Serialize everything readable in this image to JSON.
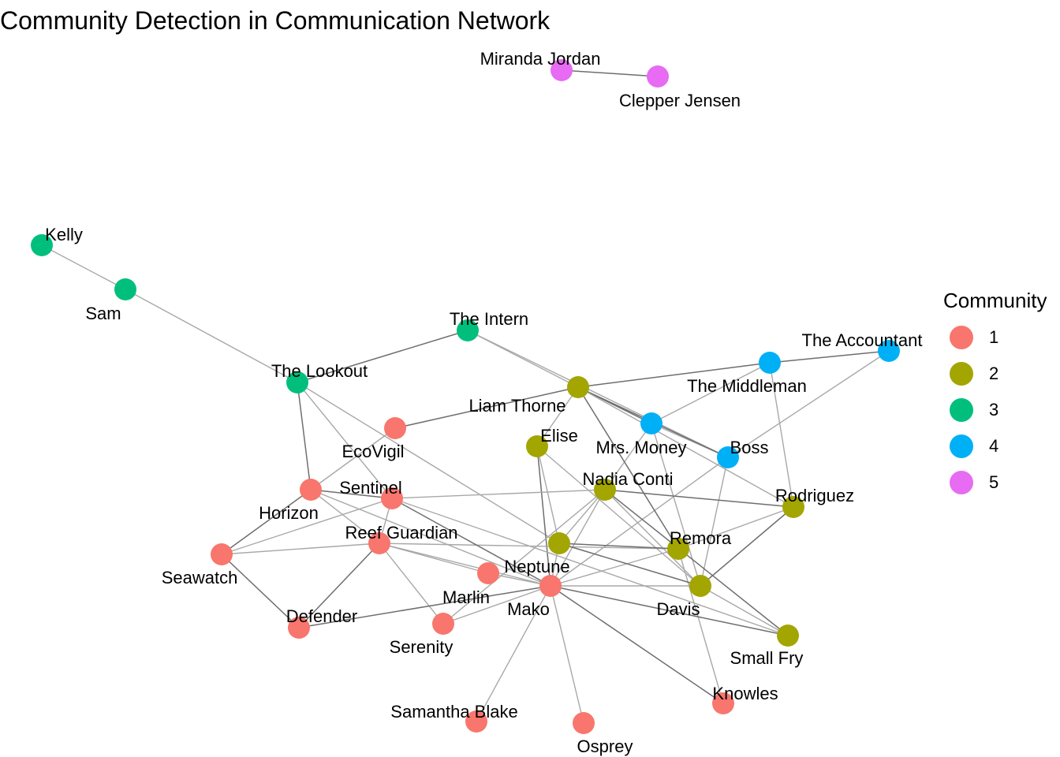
{
  "title": "Community Detection in Communication Network",
  "legend": {
    "title": "Community",
    "items": [
      {
        "label": "1",
        "color": "#F8766D"
      },
      {
        "label": "2",
        "color": "#A3A500"
      },
      {
        "label": "3",
        "color": "#00BF7D"
      },
      {
        "label": "4",
        "color": "#00B0F6"
      },
      {
        "label": "5",
        "color": "#E76BF3"
      }
    ]
  },
  "nodes": [
    {
      "id": "Miranda Jordan",
      "community": 5
    },
    {
      "id": "Clepper Jensen",
      "community": 5
    },
    {
      "id": "Kelly",
      "community": 3
    },
    {
      "id": "Sam",
      "community": 3
    },
    {
      "id": "The Intern",
      "community": 3
    },
    {
      "id": "The Lookout",
      "community": 3
    },
    {
      "id": "The Accountant",
      "community": 4
    },
    {
      "id": "The Middleman",
      "community": 4
    },
    {
      "id": "Mrs. Money",
      "community": 4
    },
    {
      "id": "Boss",
      "community": 4
    },
    {
      "id": "Liam Thorne",
      "community": 2
    },
    {
      "id": "Elise",
      "community": 2
    },
    {
      "id": "Nadia Conti",
      "community": 2
    },
    {
      "id": "Rodriguez",
      "community": 2
    },
    {
      "id": "Remora",
      "community": 2
    },
    {
      "id": "Neptune",
      "community": 2
    },
    {
      "id": "Davis",
      "community": 2
    },
    {
      "id": "Small Fry",
      "community": 2
    },
    {
      "id": "EcoVigil",
      "community": 1
    },
    {
      "id": "Sentinel",
      "community": 1
    },
    {
      "id": "Horizon",
      "community": 1
    },
    {
      "id": "Reef Guardian",
      "community": 1
    },
    {
      "id": "Seawatch",
      "community": 1
    },
    {
      "id": "Marlin",
      "community": 1
    },
    {
      "id": "Mako",
      "community": 1
    },
    {
      "id": "Defender",
      "community": 1
    },
    {
      "id": "Serenity",
      "community": 1
    },
    {
      "id": "Samantha Blake",
      "community": 1
    },
    {
      "id": "Osprey",
      "community": 1
    },
    {
      "id": "Knowles",
      "community": 1
    }
  ],
  "edges": [
    [
      "Miranda Jordan",
      "Clepper Jensen"
    ],
    [
      "Kelly",
      "Sam"
    ],
    [
      "Sam",
      "The Lookout"
    ],
    [
      "The Lookout",
      "The Intern"
    ],
    [
      "The Intern",
      "Liam Thorne"
    ],
    [
      "The Intern",
      "Boss"
    ],
    [
      "The Lookout",
      "Horizon"
    ],
    [
      "The Lookout",
      "Sentinel"
    ],
    [
      "The Lookout",
      "Neptune"
    ],
    [
      "The Accountant",
      "The Middleman"
    ],
    [
      "The Accountant",
      "Boss"
    ],
    [
      "The Middleman",
      "Mrs. Money"
    ],
    [
      "The Middleman",
      "Liam Thorne"
    ],
    [
      "The Middleman",
      "Rodriguez"
    ],
    [
      "Mrs. Money",
      "Boss"
    ],
    [
      "Mrs. Money",
      "Liam Thorne"
    ],
    [
      "Mrs. Money",
      "Nadia Conti"
    ],
    [
      "Mrs. Money",
      "Davis"
    ],
    [
      "Boss",
      "Liam Thorne"
    ],
    [
      "Boss",
      "Mako"
    ],
    [
      "Boss",
      "Davis"
    ],
    [
      "Liam Thorne",
      "EcoVigil"
    ],
    [
      "Liam Thorne",
      "Elise"
    ],
    [
      "Liam Thorne",
      "Rodriguez"
    ],
    [
      "Liam Thorne",
      "Remora"
    ],
    [
      "Elise",
      "Neptune"
    ],
    [
      "Elise",
      "Davis"
    ],
    [
      "Elise",
      "Mako"
    ],
    [
      "Nadia Conti",
      "Sentinel"
    ],
    [
      "Nadia Conti",
      "Neptune"
    ],
    [
      "Nadia Conti",
      "Rodriguez"
    ],
    [
      "Nadia Conti",
      "Mako"
    ],
    [
      "Nadia Conti",
      "Davis"
    ],
    [
      "Nadia Conti",
      "Small Fry"
    ],
    [
      "Nadia Conti",
      "Serenity"
    ],
    [
      "Rodriguez",
      "Remora"
    ],
    [
      "Rodriguez",
      "Davis"
    ],
    [
      "Remora",
      "Mako"
    ],
    [
      "Remora",
      "Reef Guardian"
    ],
    [
      "Remora",
      "Neptune"
    ],
    [
      "Remora",
      "Knowles"
    ],
    [
      "Neptune",
      "Mako"
    ],
    [
      "Neptune",
      "Davis"
    ],
    [
      "Davis",
      "Mako"
    ],
    [
      "Davis",
      "Small Fry"
    ],
    [
      "Small Fry",
      "Mako"
    ],
    [
      "Small Fry",
      "Sentinel"
    ],
    [
      "EcoVigil",
      "Horizon"
    ],
    [
      "Horizon",
      "Sentinel"
    ],
    [
      "Horizon",
      "Reef Guardian"
    ],
    [
      "Horizon",
      "Mako"
    ],
    [
      "Horizon",
      "Seawatch"
    ],
    [
      "Sentinel",
      "Reef Guardian"
    ],
    [
      "Sentinel",
      "Seawatch"
    ],
    [
      "Sentinel",
      "Mako"
    ],
    [
      "Reef Guardian",
      "Seawatch"
    ],
    [
      "Reef Guardian",
      "Marlin"
    ],
    [
      "Reef Guardian",
      "Defender"
    ],
    [
      "Reef Guardian",
      "Serenity"
    ],
    [
      "Reef Guardian",
      "Mako"
    ],
    [
      "Seawatch",
      "Defender"
    ],
    [
      "Marlin",
      "Mako"
    ],
    [
      "Mako",
      "Serenity"
    ],
    [
      "Mako",
      "Defender"
    ],
    [
      "Mako",
      "Samantha Blake"
    ],
    [
      "Mako",
      "Osprey"
    ],
    [
      "Mako",
      "Knowles"
    ]
  ]
}
